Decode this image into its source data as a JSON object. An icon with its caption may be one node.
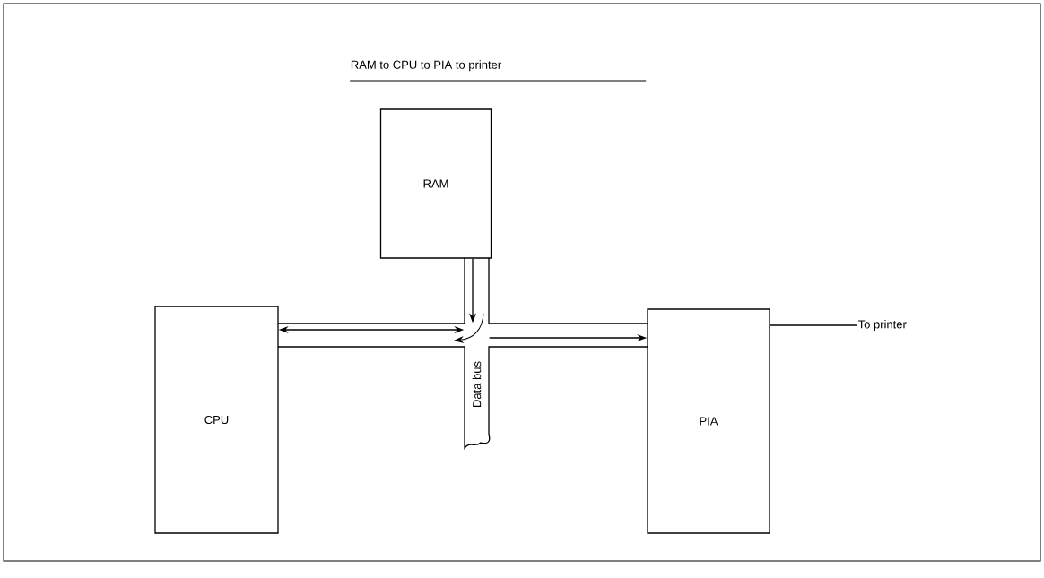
{
  "diagram": {
    "title": "RAM to CPU to PIA to printer",
    "nodes": [
      {
        "text": [
          "RAM"
        ]
      },
      {
        "text": [
          "CPU"
        ]
      },
      {
        "text": [
          "PIA"
        ]
      },
      {
        "text": [
          "Data bus"
        ]
      },
      {
        "text": [
          "To printer"
        ]
      }
    ],
    "edges": [
      {
        "from": 0,
        "to": 3,
        "arrow": "to"
      },
      {
        "from": 1,
        "to": 3,
        "arrow": "both"
      },
      {
        "from": 3,
        "to": 2,
        "arrow": "to"
      },
      {
        "from": 2,
        "to": 4,
        "arrow": "none"
      }
    ]
  }
}
